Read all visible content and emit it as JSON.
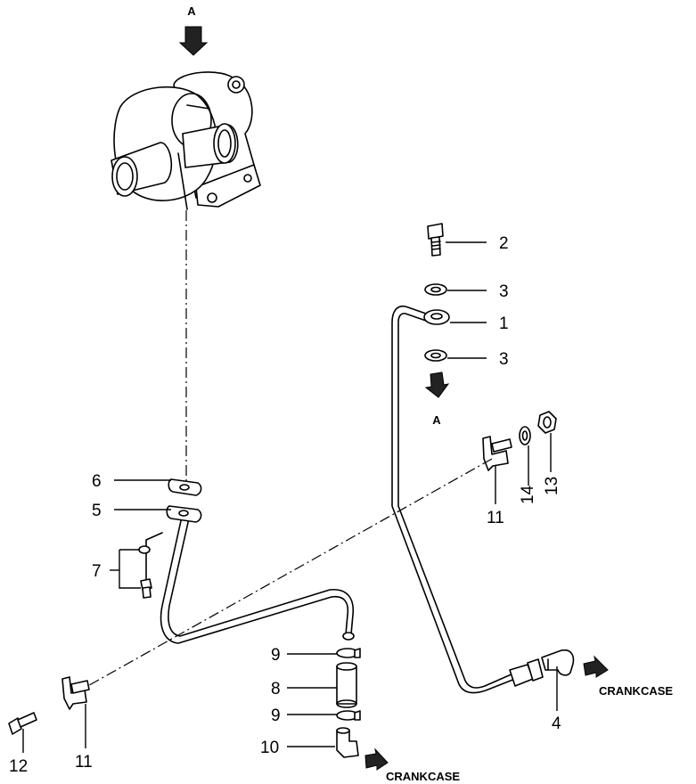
{
  "view_marker": "A",
  "flow_label": "CRANKCASE",
  "callouts": {
    "c1": "1",
    "c2": "2",
    "c3a": "3",
    "c3b": "3",
    "c4": "4",
    "c5": "5",
    "c6": "6",
    "c7": "7",
    "c8": "8",
    "c9a": "9",
    "c9b": "9",
    "c10": "10",
    "c11a": "11",
    "c11b": "11",
    "c12": "12",
    "c13": "13",
    "c14": "14"
  }
}
